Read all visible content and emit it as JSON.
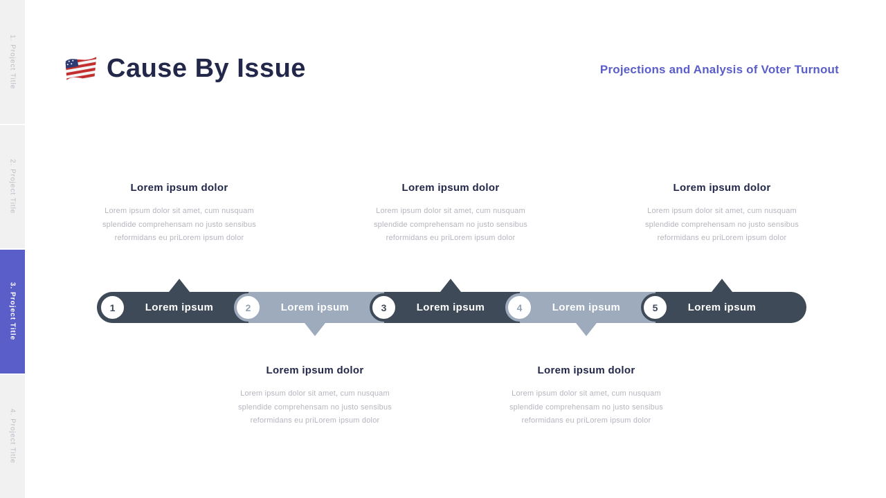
{
  "header": {
    "title": "Cause By Issue",
    "subtitle": "Projections and Analysis of Voter Turnout",
    "flag_icon": "us-flag"
  },
  "sidebar": {
    "items": [
      {
        "label": "1. Project Title",
        "active": false
      },
      {
        "label": "2. Project Title",
        "active": false
      },
      {
        "label": "3. Project Title",
        "active": true
      },
      {
        "label": "4. Project Title",
        "active": false
      }
    ]
  },
  "timeline": {
    "steps": [
      {
        "number": "1",
        "label": "Lorem ipsum",
        "tone": "dark",
        "detail_position": "top",
        "detail": {
          "heading": "Lorem ipsum dolor",
          "lines": [
            "Lorem ipsum dolor sit amet, cum nusquam",
            "splendide comprehensam no justo sensibus",
            "reformidans eu priLorem ipsum dolor"
          ]
        }
      },
      {
        "number": "2",
        "label": "Lorem ipsum",
        "tone": "light",
        "detail_position": "bottom",
        "detail": {
          "heading": "Lorem ipsum dolor",
          "lines": [
            "Lorem ipsum dolor sit amet, cum nusquam",
            "splendide comprehensam no justo sensibus",
            "reformidans eu priLorem ipsum dolor"
          ]
        }
      },
      {
        "number": "3",
        "label": "Lorem ipsum",
        "tone": "dark",
        "detail_position": "top",
        "detail": {
          "heading": "Lorem ipsum dolor",
          "lines": [
            "Lorem ipsum dolor sit amet, cum nusquam",
            "splendide comprehensam no justo sensibus",
            "reformidans eu priLorem ipsum dolor"
          ]
        }
      },
      {
        "number": "4",
        "label": "Lorem ipsum",
        "tone": "light",
        "detail_position": "bottom",
        "detail": {
          "heading": "Lorem ipsum dolor",
          "lines": [
            "Lorem ipsum dolor sit amet, cum nusquam",
            "splendide comprehensam no justo sensibus",
            "reformidans eu priLorem ipsum dolor"
          ]
        }
      },
      {
        "number": "5",
        "label": "Lorem ipsum",
        "tone": "dark",
        "detail_position": "top",
        "detail": {
          "heading": "Lorem ipsum dolor",
          "lines": [
            "Lorem ipsum dolor sit amet, cum nusquam",
            "splendide comprehensam no justo sensibus",
            "reformidans eu priLorem ipsum dolor"
          ]
        }
      }
    ]
  },
  "colors": {
    "accent_purple": "#5a5ec9",
    "dark_slate": "#3f4a58",
    "light_slate": "#9dabbc",
    "navy_text": "#23284b",
    "muted_text": "#b5b6be",
    "sidebar_bg": "#f1f1f2",
    "sidebar_text": "#babdc3"
  }
}
